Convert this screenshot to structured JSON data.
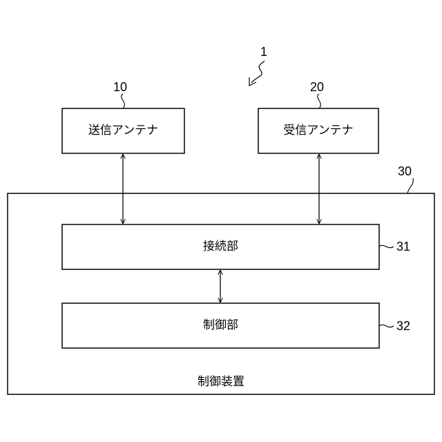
{
  "diagram": {
    "system_ref": "1",
    "tx_antenna": {
      "ref": "10",
      "label": "送信アンテナ"
    },
    "rx_antenna": {
      "ref": "20",
      "label": "受信アンテナ"
    },
    "control_device": {
      "ref": "30",
      "label": "制御装置"
    },
    "connection_unit": {
      "ref": "31",
      "label": "接続部"
    },
    "control_unit": {
      "ref": "32",
      "label": "制御部"
    }
  }
}
